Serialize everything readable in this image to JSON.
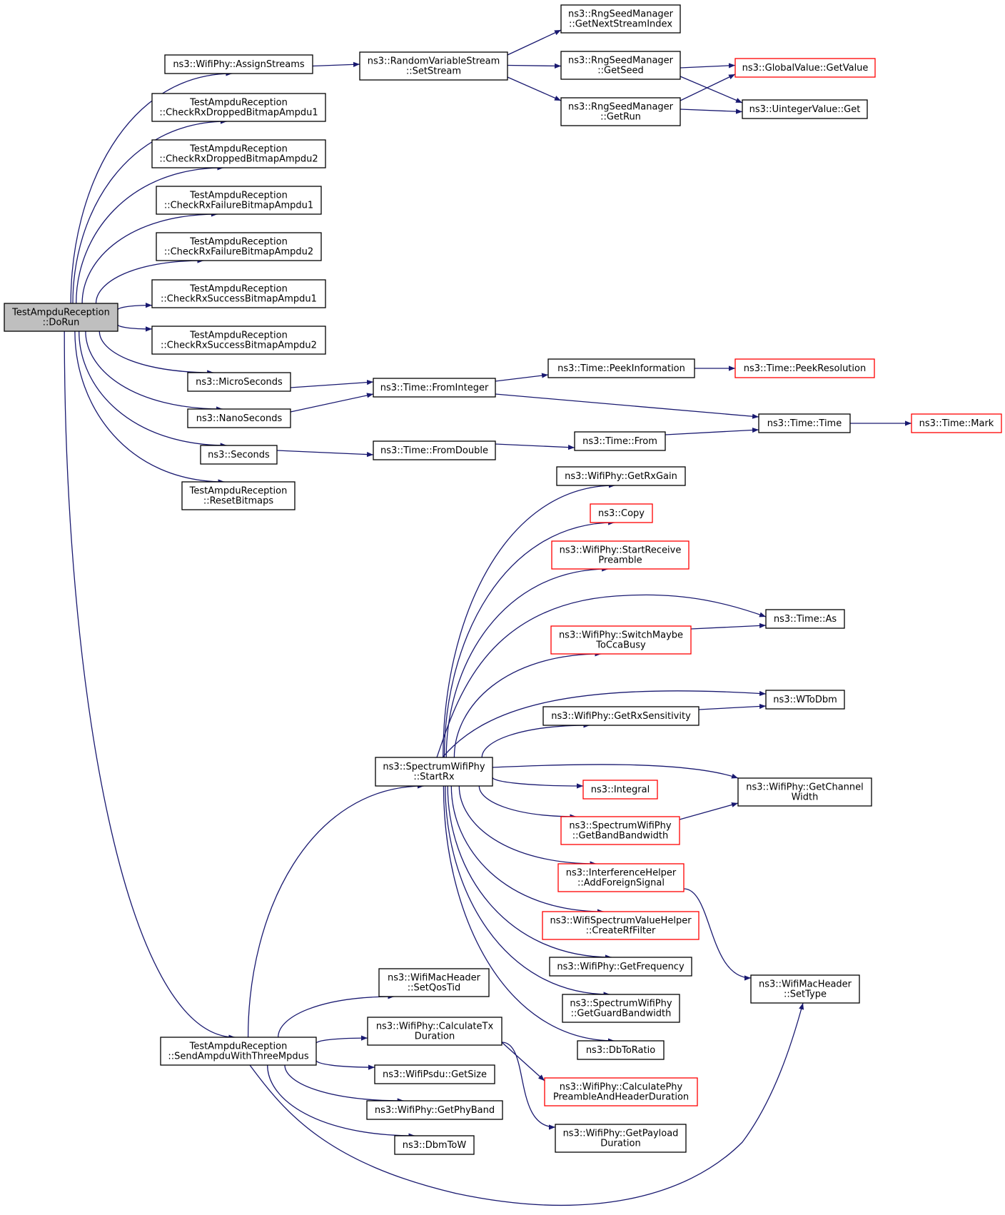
{
  "diagram": {
    "type": "call-graph",
    "colors": {
      "edge": "#191970",
      "node_border": "#000000",
      "truncated_node_border": "#ff0000",
      "root_fill": "#bfbfbf",
      "background": "#ffffff"
    },
    "nodes": [
      {
        "id": "dorun",
        "lines": [
          "TestAmpduReception",
          "::DoRun"
        ],
        "root": true
      },
      {
        "id": "assignStreams",
        "lines": [
          "ns3::WifiPhy::AssignStreams"
        ]
      },
      {
        "id": "cdba1",
        "lines": [
          "TestAmpduReception",
          "::CheckRxDroppedBitmapAmpdu1"
        ]
      },
      {
        "id": "cdba2",
        "lines": [
          "TestAmpduReception",
          "::CheckRxDroppedBitmapAmpdu2"
        ]
      },
      {
        "id": "cfba1",
        "lines": [
          "TestAmpduReception",
          "::CheckRxFailureBitmapAmpdu1"
        ]
      },
      {
        "id": "cfba2",
        "lines": [
          "TestAmpduReception",
          "::CheckRxFailureBitmapAmpdu2"
        ]
      },
      {
        "id": "csba1",
        "lines": [
          "TestAmpduReception",
          "::CheckRxSuccessBitmapAmpdu1"
        ]
      },
      {
        "id": "csba2",
        "lines": [
          "TestAmpduReception",
          "::CheckRxSuccessBitmapAmpdu2"
        ]
      },
      {
        "id": "micro",
        "lines": [
          "ns3::MicroSeconds"
        ]
      },
      {
        "id": "nano",
        "lines": [
          "ns3::NanoSeconds"
        ]
      },
      {
        "id": "seconds",
        "lines": [
          "ns3::Seconds"
        ]
      },
      {
        "id": "resetBitmaps",
        "lines": [
          "TestAmpduReception",
          "::ResetBitmaps"
        ]
      },
      {
        "id": "sendAmpdu",
        "lines": [
          "TestAmpduReception",
          "::SendAmpduWithThreeMpdus"
        ]
      },
      {
        "id": "setStream",
        "lines": [
          "ns3::RandomVariableStream",
          "::SetStream"
        ]
      },
      {
        "id": "getNextStreamIndex",
        "lines": [
          "ns3::RngSeedManager",
          "::GetNextStreamIndex"
        ]
      },
      {
        "id": "getSeed",
        "lines": [
          "ns3::RngSeedManager",
          "::GetSeed"
        ]
      },
      {
        "id": "getRun",
        "lines": [
          "ns3::RngSeedManager",
          "::GetRun"
        ]
      },
      {
        "id": "globalGetValue",
        "lines": [
          "ns3::GlobalValue::GetValue"
        ],
        "truncated": true
      },
      {
        "id": "uintegerGet",
        "lines": [
          "ns3::UintegerValue::Get"
        ]
      },
      {
        "id": "fromInteger",
        "lines": [
          "ns3::Time::FromInteger"
        ]
      },
      {
        "id": "peekInformation",
        "lines": [
          "ns3::Time::PeekInformation"
        ]
      },
      {
        "id": "peekResolution",
        "lines": [
          "ns3::Time::PeekResolution"
        ],
        "truncated": true
      },
      {
        "id": "timeTime",
        "lines": [
          "ns3::Time::Time"
        ]
      },
      {
        "id": "timeMark",
        "lines": [
          "ns3::Time::Mark"
        ],
        "truncated": true
      },
      {
        "id": "fromDouble",
        "lines": [
          "ns3::Time::FromDouble"
        ]
      },
      {
        "id": "timeFrom",
        "lines": [
          "ns3::Time::From"
        ]
      },
      {
        "id": "startRx",
        "lines": [
          "ns3::SpectrumWifiPhy",
          "::StartRx"
        ]
      },
      {
        "id": "getRxGain",
        "lines": [
          "ns3::WifiPhy::GetRxGain"
        ]
      },
      {
        "id": "copy",
        "lines": [
          "ns3::Copy"
        ],
        "truncated": true
      },
      {
        "id": "startReceivePreamble",
        "lines": [
          "ns3::WifiPhy::StartReceive",
          "Preamble"
        ],
        "truncated": true
      },
      {
        "id": "timeAs",
        "lines": [
          "ns3::Time::As"
        ]
      },
      {
        "id": "switchMaybe",
        "lines": [
          "ns3::WifiPhy::SwitchMaybe",
          "ToCcaBusy"
        ],
        "truncated": true
      },
      {
        "id": "wToDbm",
        "lines": [
          "ns3::WToDbm"
        ]
      },
      {
        "id": "getRxSensitivity",
        "lines": [
          "ns3::WifiPhy::GetRxSensitivity"
        ]
      },
      {
        "id": "getChannelWidth",
        "lines": [
          "ns3::WifiPhy::GetChannel",
          "Width"
        ]
      },
      {
        "id": "integral",
        "lines": [
          "ns3::Integral"
        ],
        "truncated": true
      },
      {
        "id": "getBandBandwidth",
        "lines": [
          "ns3::SpectrumWifiPhy",
          "::GetBandBandwidth"
        ],
        "truncated": true
      },
      {
        "id": "addForeignSignal",
        "lines": [
          "ns3::InterferenceHelper",
          "::AddForeignSignal"
        ],
        "truncated": true
      },
      {
        "id": "createRfFilter",
        "lines": [
          "ns3::WifiSpectrumValueHelper",
          "::CreateRfFilter"
        ],
        "truncated": true
      },
      {
        "id": "getFrequency",
        "lines": [
          "ns3::WifiPhy::GetFrequency"
        ]
      },
      {
        "id": "setType",
        "lines": [
          "ns3::WifiMacHeader",
          "::SetType"
        ]
      },
      {
        "id": "getGuardBandwidth",
        "lines": [
          "ns3::SpectrumWifiPhy",
          "::GetGuardBandwidth"
        ]
      },
      {
        "id": "dbToRatio",
        "lines": [
          "ns3::DbToRatio"
        ]
      },
      {
        "id": "setQosTid",
        "lines": [
          "ns3::WifiMacHeader",
          "::SetQosTid"
        ]
      },
      {
        "id": "calculateTxDuration",
        "lines": [
          "ns3::WifiPhy::CalculateTx",
          "Duration"
        ]
      },
      {
        "id": "calcPreamble",
        "lines": [
          "ns3::WifiPhy::CalculatePhy",
          "PreambleAndHeaderDuration"
        ],
        "truncated": true
      },
      {
        "id": "psduGetSize",
        "lines": [
          "ns3::WifiPsdu::GetSize"
        ]
      },
      {
        "id": "getPhyBand",
        "lines": [
          "ns3::WifiPhy::GetPhyBand"
        ]
      },
      {
        "id": "dbmToW",
        "lines": [
          "ns3::DbmToW"
        ]
      },
      {
        "id": "getPayloadDuration",
        "lines": [
          "ns3::WifiPhy::GetPayload",
          "Duration"
        ]
      }
    ],
    "edges": [
      [
        "dorun",
        "assignStreams"
      ],
      [
        "dorun",
        "cdba1"
      ],
      [
        "dorun",
        "cdba2"
      ],
      [
        "dorun",
        "cfba1"
      ],
      [
        "dorun",
        "cfba2"
      ],
      [
        "dorun",
        "csba1"
      ],
      [
        "dorun",
        "csba2"
      ],
      [
        "dorun",
        "micro"
      ],
      [
        "dorun",
        "nano"
      ],
      [
        "dorun",
        "seconds"
      ],
      [
        "dorun",
        "resetBitmaps"
      ],
      [
        "dorun",
        "sendAmpdu"
      ],
      [
        "assignStreams",
        "setStream"
      ],
      [
        "setStream",
        "getNextStreamIndex"
      ],
      [
        "setStream",
        "getSeed"
      ],
      [
        "setStream",
        "getRun"
      ],
      [
        "getSeed",
        "globalGetValue"
      ],
      [
        "getSeed",
        "uintegerGet"
      ],
      [
        "getRun",
        "globalGetValue"
      ],
      [
        "getRun",
        "uintegerGet"
      ],
      [
        "micro",
        "fromInteger"
      ],
      [
        "nano",
        "fromInteger"
      ],
      [
        "fromInteger",
        "peekInformation"
      ],
      [
        "fromInteger",
        "timeTime"
      ],
      [
        "peekInformation",
        "peekResolution"
      ],
      [
        "timeTime",
        "timeMark"
      ],
      [
        "seconds",
        "fromDouble"
      ],
      [
        "fromDouble",
        "timeFrom"
      ],
      [
        "timeFrom",
        "timeTime"
      ],
      [
        "sendAmpdu",
        "startRx"
      ],
      [
        "sendAmpdu",
        "setQosTid"
      ],
      [
        "sendAmpdu",
        "calculateTxDuration"
      ],
      [
        "sendAmpdu",
        "psduGetSize"
      ],
      [
        "sendAmpdu",
        "getPhyBand"
      ],
      [
        "sendAmpdu",
        "dbmToW"
      ],
      [
        "sendAmpdu",
        "setType"
      ],
      [
        "calculateTxDuration",
        "calcPreamble"
      ],
      [
        "calculateTxDuration",
        "getPayloadDuration"
      ],
      [
        "startRx",
        "getRxGain"
      ],
      [
        "startRx",
        "copy"
      ],
      [
        "startRx",
        "startReceivePreamble"
      ],
      [
        "startRx",
        "timeAs"
      ],
      [
        "startRx",
        "switchMaybe"
      ],
      [
        "switchMaybe",
        "timeAs"
      ],
      [
        "startRx",
        "wToDbm"
      ],
      [
        "startRx",
        "getRxSensitivity"
      ],
      [
        "getRxSensitivity",
        "wToDbm"
      ],
      [
        "startRx",
        "getChannelWidth"
      ],
      [
        "startRx",
        "integral"
      ],
      [
        "startRx",
        "getBandBandwidth"
      ],
      [
        "getBandBandwidth",
        "getChannelWidth"
      ],
      [
        "startRx",
        "addForeignSignal"
      ],
      [
        "addForeignSignal",
        "setType"
      ],
      [
        "startRx",
        "createRfFilter"
      ],
      [
        "startRx",
        "getFrequency"
      ],
      [
        "startRx",
        "getGuardBandwidth"
      ],
      [
        "startRx",
        "dbToRatio"
      ]
    ]
  }
}
